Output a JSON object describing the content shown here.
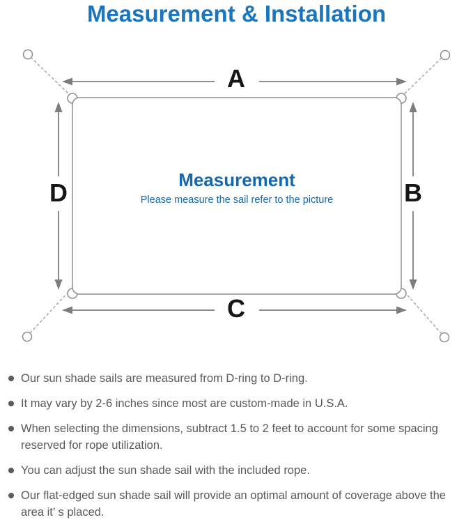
{
  "title": "Measurement & Installation",
  "diagram": {
    "labels": {
      "top": "A",
      "right": "B",
      "bottom": "C",
      "left": "D"
    },
    "center_title": "Measurement",
    "center_subtitle": "Please measure the sail refer to the picture",
    "colors": {
      "title_blue": "#1a75bd",
      "center_blue": "#1568ae",
      "line_gray": "#8d8d8d",
      "arrow_gray": "#7d7d7d",
      "label_black": "#161616",
      "note_gray": "#58595b"
    }
  },
  "notes": {
    "items": [
      "Our sun shade sails are measured from D-ring to D-ring.",
      "It may vary by 2-6 inches since most are custom-made in U.S.A.",
      "When selecting the dimensions, subtract 1.5 to 2 feet to account for some spacing reserved for rope utilization.",
      "You can adjust the sun shade sail with the included rope.",
      "Our flat-edged sun shade sail will provide an optimal amount of coverage above the area it’ s placed."
    ]
  }
}
